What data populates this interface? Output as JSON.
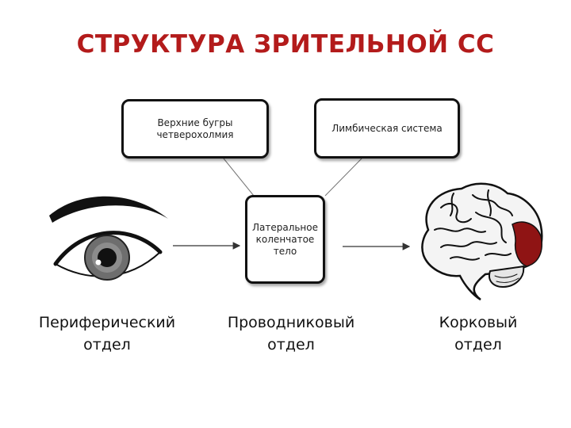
{
  "title": "СТРУКТУРА ЗРИТЕЛЬНОЙ СС",
  "boxes": {
    "top_left": "Верхние бугры четверохолмия",
    "top_right": "Лимбическая система",
    "center": "Латеральное коленчатое тело"
  },
  "captions": {
    "peripheral": "Периферический\nотдел",
    "conductive": "Проводниковый\nотдел",
    "cortical": "Корковый\nотдел"
  },
  "icons": {
    "eye": "eye-icon",
    "brain": "brain-icon"
  },
  "colors": {
    "title": "#b31b1b",
    "brain_highlight": "#8f1414"
  }
}
